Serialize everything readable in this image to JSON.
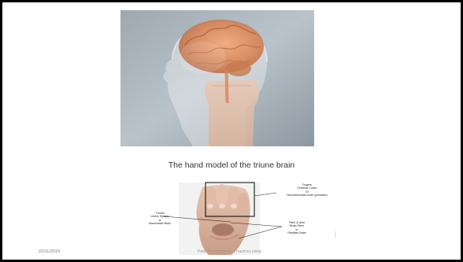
{
  "slide": {
    "title": "The hand model of the triune brain",
    "footer_date": "22/11/2019",
    "footer_author": "Peter Adriaenssens · Trauma Lezing"
  },
  "annotations": {
    "fingers": [
      "Fingers",
      "Cerebral Cortex",
      "Or",
      "Neomammalian brain (primates)"
    ],
    "thumb": [
      "Thumb",
      "Limbic System",
      "or",
      "Mammalian Brain"
    ],
    "palm": [
      "Palm & wrist",
      "Brain Stem",
      "or",
      "Reptilian Brain"
    ]
  },
  "images": {
    "top": "head-with-brain-and-fist-photo",
    "bottom": "closed-fist-hand-photo"
  }
}
